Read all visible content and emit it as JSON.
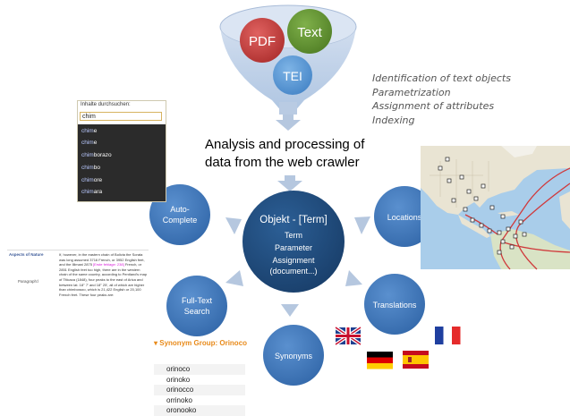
{
  "funnel": {
    "pdf": "PDF",
    "text": "Text",
    "tei": "TEI"
  },
  "steps": [
    "Identification of text objects",
    "Parametrization",
    "Assignment of attributes",
    "Indexing"
  ],
  "title": "Analysis and processing of data from the web crawler",
  "center": {
    "title": "Objekt - [Term]",
    "lines": [
      "Term",
      "Parameter",
      "Assignment",
      "(document...)"
    ]
  },
  "nodes": {
    "autocomplete": [
      "Auto-",
      "Complete"
    ],
    "locations": "Locations",
    "fulltext": [
      "Full-Text",
      "Search"
    ],
    "synonyms": "Synonyms",
    "translations": "Translations"
  },
  "autocomplete_panel": {
    "label": "Inhalte durchsuchen:",
    "input": "chim",
    "suggestions": [
      {
        "match": "chim",
        "rest": "e"
      },
      {
        "match": "chim",
        "rest": "e"
      },
      {
        "match": "chim",
        "rest": "borazo"
      },
      {
        "match": "chim",
        "rest": "bo"
      },
      {
        "match": "chim",
        "rest": "ore"
      },
      {
        "match": "chim",
        "rest": "ara"
      }
    ]
  },
  "fulltext_panel": {
    "aspects": "Aspects of Nature",
    "paragraph": "Paragraph:l",
    "text_before": "If, however, in the eastern chain of Bolivia the Sorata was long assumed 3716 French, or 3952 English feet, and the Illimani 2875 ",
    "highlight": "[Erste fehlage: 238]",
    "text_after": " French, or 2851 English feet too high, there are in the western chain of the same country, according to Pentland's map of Titicaca (1848), four peaks to the east of Arica and between lat. 18° 7' and 18° 25', all of which are higher than chimborazo, which is 21,422 English or 20,100 French feet. These four peaks are:"
  },
  "synonym_panel": {
    "header": "Synonym Group: Orinoco",
    "items": [
      "orinoco",
      "orinoko",
      "orinocco",
      "orrinoko",
      "oronooko"
    ]
  },
  "flags": [
    "uk-flag",
    "france-flag",
    "germany-flag",
    "spain-flag"
  ],
  "colors": {
    "pdf": "#c23a37",
    "text": "#5f8f2f",
    "tei": "#5c9bd5",
    "center": "#1f4e79",
    "node": "#3b74b7",
    "arrow": "#b5c7df"
  }
}
